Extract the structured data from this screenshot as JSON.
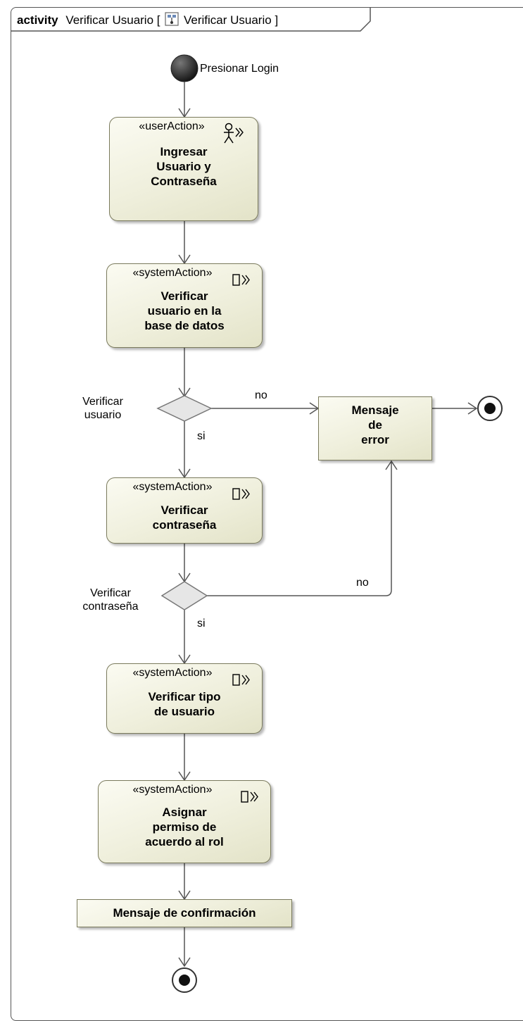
{
  "frame": {
    "kind": "activity",
    "name": "Verificar Usuario",
    "bracket_open": "[",
    "diagram_name": "Verificar Usuario",
    "bracket_close": "]"
  },
  "initial": {
    "label": "Presionar Login"
  },
  "actions": {
    "ingresar": {
      "stereotype": "«userAction»",
      "title": "Ingresar\nUsuario y\nContraseña",
      "icon": "actor-icon"
    },
    "verificar_usuario": {
      "stereotype": "«systemAction»",
      "title": "Verificar\nusuario en la\nbase de datos",
      "icon": "system-icon"
    },
    "verificar_contrasena": {
      "stereotype": "«systemAction»",
      "title": "Verificar\ncontraseña",
      "icon": "system-icon"
    },
    "verificar_tipo": {
      "stereotype": "«systemAction»",
      "title": "Verificar tipo\nde usuario",
      "icon": "system-icon"
    },
    "asignar_permiso": {
      "stereotype": "«systemAction»",
      "title": "Asignar\npermiso de\nacuerdo al rol",
      "icon": "system-icon"
    }
  },
  "boxes": {
    "mensaje_error": "Mensaje\nde\nerror",
    "mensaje_confirmacion": "Mensaje de confirmación"
  },
  "decisions": {
    "usuario": {
      "label": "Verificar\nusuario",
      "yes": "si",
      "no": "no"
    },
    "contrasena": {
      "label": "Verificar\ncontraseña",
      "yes": "si",
      "no": "no"
    }
  }
}
